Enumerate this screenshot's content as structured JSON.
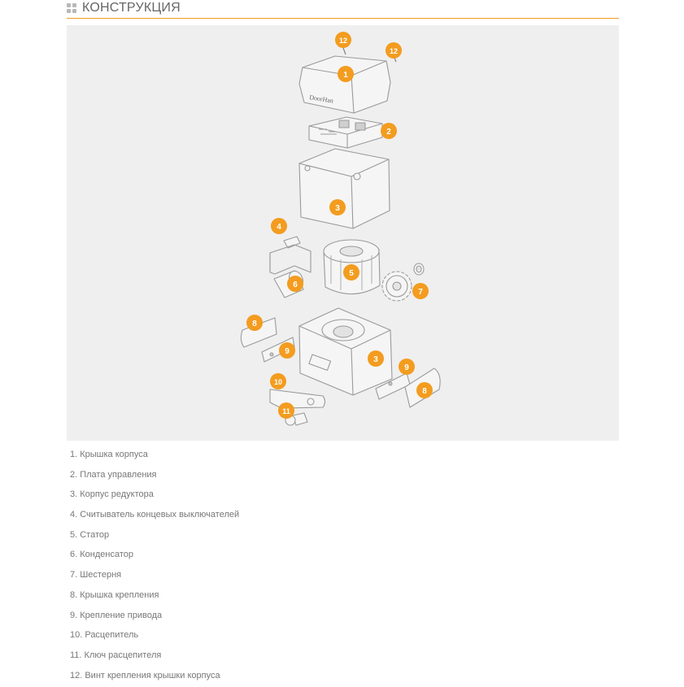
{
  "header": {
    "icon": "grid-icon",
    "title": "КОНСТРУКЦИЯ",
    "accent_color": "#f39c1f"
  },
  "diagram": {
    "brand_text": "DoorHan",
    "callouts": [
      "1",
      "2",
      "3",
      "3",
      "4",
      "5",
      "6",
      "7",
      "8",
      "8",
      "9",
      "9",
      "10",
      "11",
      "12",
      "12"
    ]
  },
  "parts": [
    "1. Крышка корпуса",
    "2. Плата управления",
    "3. Корпус редуктора",
    "4. Считыватель концевых выключателей",
    "5. Статор",
    "6. Конденсатор",
    "7. Шестерня",
    "8. Крышка крепления",
    "9. Крепление привода",
    "10. Расцепитель",
    "11. Ключ расцепителя",
    "12. Винт крепления крышки корпуса"
  ]
}
